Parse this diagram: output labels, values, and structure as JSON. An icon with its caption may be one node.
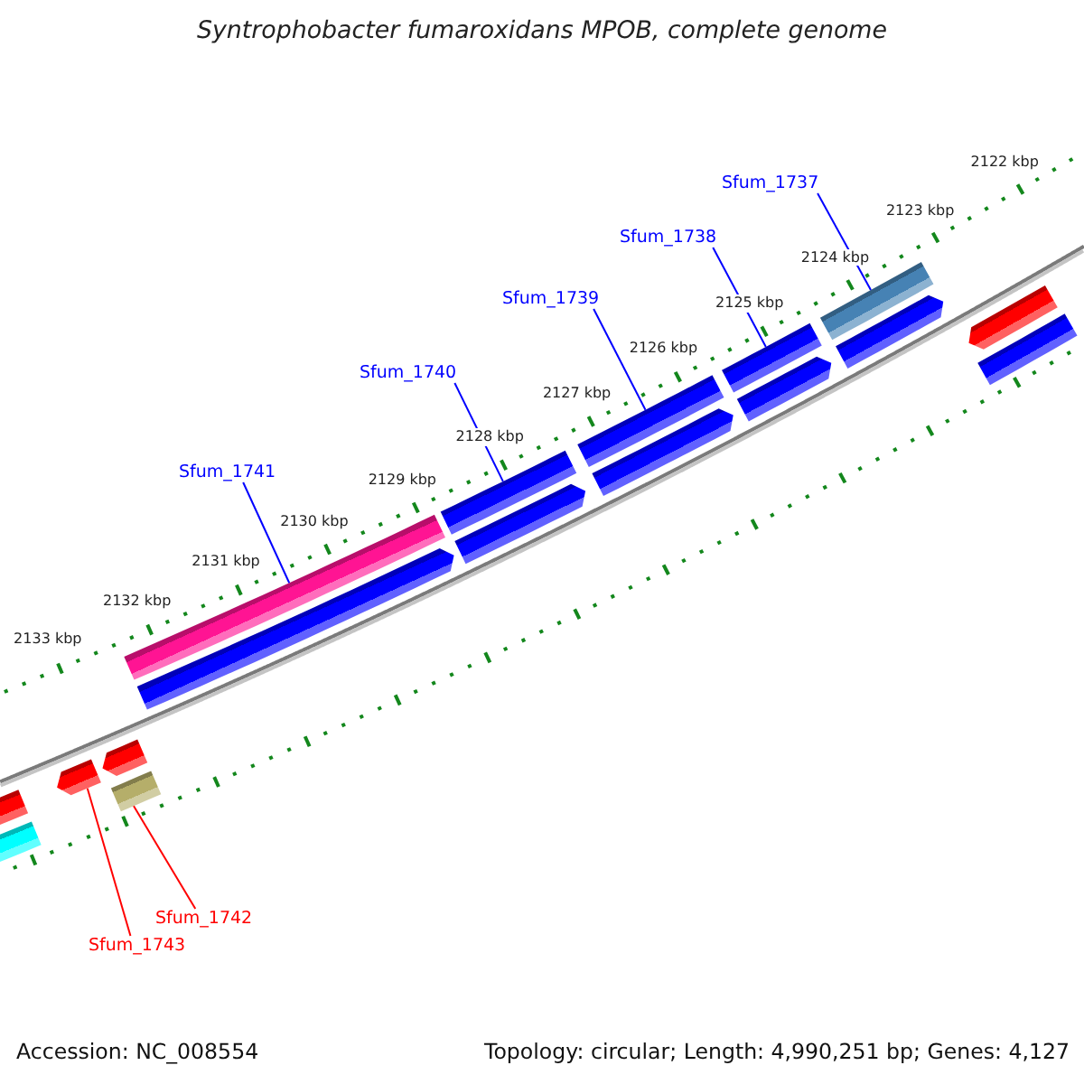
{
  "diagram": {
    "title": "Syntrophobacter fumaroxidans MPOB, complete genome",
    "nodes": [
      {
        "text": [
          "Sfum_1737"
        ]
      },
      {
        "text": [
          "Sfum_1738"
        ]
      },
      {
        "text": [
          "Sfum_1739"
        ]
      },
      {
        "text": [
          "Sfum_1740"
        ]
      },
      {
        "text": [
          "Sfum_1741"
        ]
      },
      {
        "text": [
          "Sfum_1742"
        ]
      },
      {
        "text": [
          "Sfum_1743"
        ]
      },
      {
        "text": [],
        "shape": "arrow"
      },
      {
        "text": [],
        "shape": "bar"
      },
      {
        "text": [],
        "shape": "arrow"
      },
      {
        "text": [],
        "shape": "arrow"
      },
      {
        "text": [],
        "shape": "bar"
      },
      {
        "text": [],
        "shape": "bar"
      },
      {
        "text": [],
        "shape": "arrow"
      },
      {
        "text": [],
        "shape": "bar"
      },
      {
        "text": [],
        "shape": "arrow"
      },
      {
        "text": [],
        "shape": "bar"
      },
      {
        "text": [],
        "shape": "arrow"
      },
      {
        "text": [],
        "shape": "bar"
      },
      {
        "text": [],
        "shape": "arrow"
      },
      {
        "text": [],
        "shape": "bar"
      },
      {
        "text": [],
        "shape": "arrow"
      },
      {
        "text": [],
        "shape": "arrow"
      },
      {
        "text": [],
        "shape": "bar"
      }
    ],
    "edges": [
      {
        "from": 0,
        "to": 20,
        "arrow": "none"
      },
      {
        "from": 1,
        "to": 18,
        "arrow": "none"
      },
      {
        "from": 2,
        "to": 16,
        "arrow": "none"
      },
      {
        "from": 3,
        "to": 14,
        "arrow": "none"
      },
      {
        "from": 4,
        "to": 12,
        "arrow": "none"
      },
      {
        "from": 5,
        "to": 11,
        "arrow": "none",
        "color": "#ff0000"
      },
      {
        "from": 6,
        "to": 9,
        "arrow": "none",
        "color": "#ff0000"
      }
    ],
    "labels": [
      "2122 kbp",
      "2123 kbp",
      "2124 kbp",
      "2125 kbp",
      "2126 kbp",
      "2127 kbp",
      "2128 kbp",
      "2129 kbp",
      "2130 kbp",
      "2131 kbp",
      "2132 kbp",
      "2133 kbp",
      "Accession: NC_008554",
      "Topology: circular; Length: 4,990,251 bp; Genes: 4,127"
    ]
  }
}
